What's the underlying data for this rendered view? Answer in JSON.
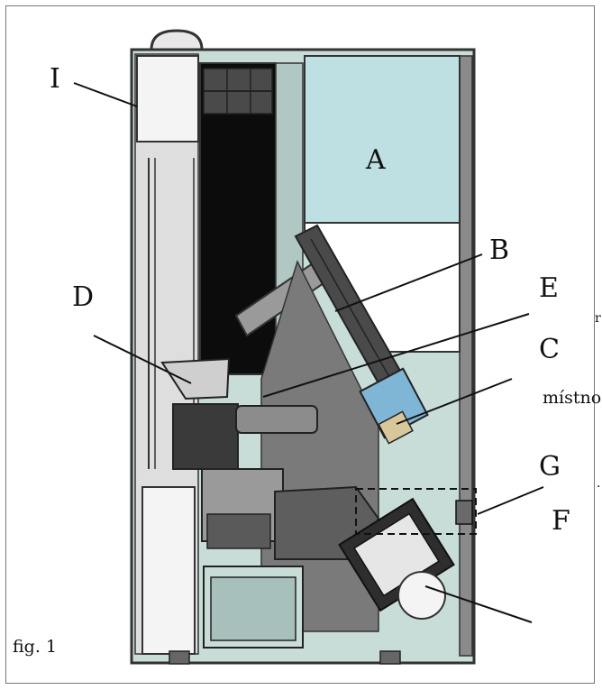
{
  "figure_caption": "fig. 1",
  "labels": {
    "A": "A",
    "B": "B",
    "C": "C",
    "D": "D",
    "E": "E",
    "F": "F",
    "G": "G",
    "I": "I"
  },
  "fragments": {
    "mistno": "místno",
    "r": "r",
    "dot": "."
  },
  "colors": {
    "panel": "#c8ddd8",
    "hopper": "#bfe0e2",
    "dark_metal": "#3a3a3a",
    "chamber": "#0c0c0c",
    "frame_stroke": "#333333",
    "inner_grey": "#8a8a8a",
    "white_part": "#f4f4f4",
    "blue_part": "#7fb6d6"
  }
}
